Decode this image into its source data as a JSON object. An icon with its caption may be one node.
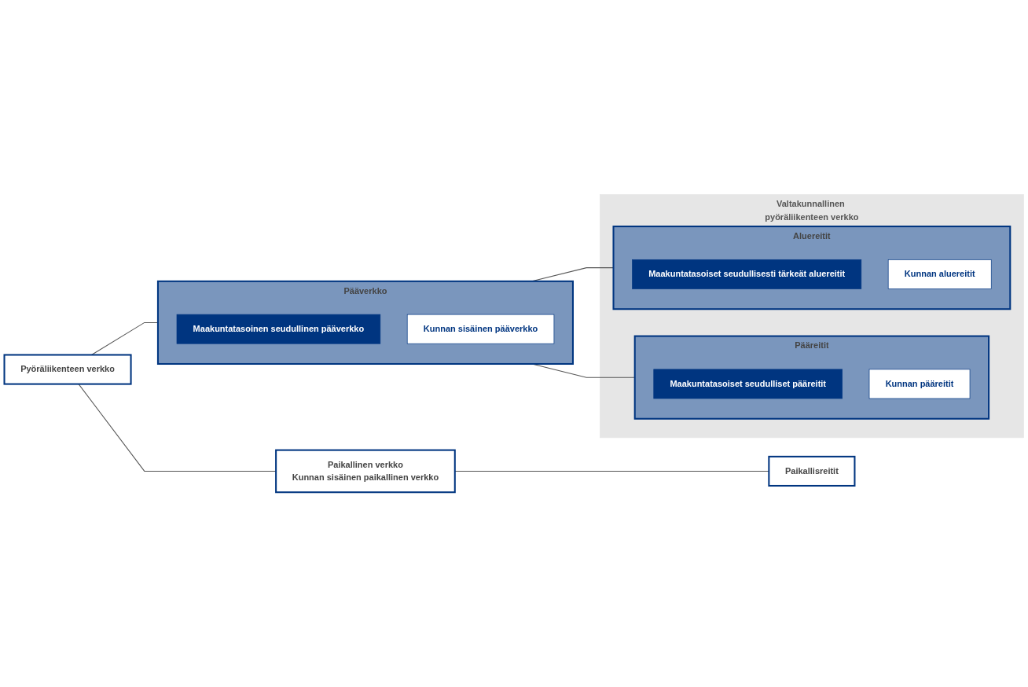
{
  "diagram": {
    "nodes": [
      {
        "text": [
          "Pyöräliikenteen verkko"
        ]
      },
      {
        "text": [
          "Pääverkko"
        ]
      },
      {
        "text": [
          "Maakuntatasoinen seudullinen pääverkko"
        ],
        "in": 1
      },
      {
        "text": [
          "Kunnan sisäinen pääverkko"
        ],
        "in": 1
      },
      {
        "text": [
          "Valtakunnallinen pyöräliikenteen verkko"
        ]
      },
      {
        "text": [
          "Pääreitit"
        ],
        "in": 4
      },
      {
        "text": [
          "Maakuntatasoiset seudulliset pääreitit"
        ],
        "in": 5
      },
      {
        "text": [
          "Kunnan pääreitit"
        ],
        "in": 5
      },
      {
        "text": [
          "Aluereitit"
        ],
        "in": 4
      },
      {
        "text": [
          "Maakuntatasoiset seudullisesti tärkeät aluereitit"
        ],
        "in": 8
      },
      {
        "text": [
          "Kunnan aluereitit"
        ],
        "in": 8
      },
      {
        "text": [
          "Paikallinen verkko",
          "Kunnan sisäinen paikallinen verkko"
        ]
      },
      {
        "text": [
          "Paikallisreitit"
        ]
      }
    ],
    "edges": [
      {
        "from": 0,
        "to": 1,
        "arrow": "none"
      },
      {
        "from": 0,
        "to": 11,
        "arrow": "none"
      },
      {
        "from": 1,
        "to": 5,
        "arrow": "none"
      },
      {
        "from": 1,
        "to": 8,
        "arrow": "none"
      },
      {
        "from": 11,
        "to": 12,
        "arrow": "none"
      }
    ]
  }
}
